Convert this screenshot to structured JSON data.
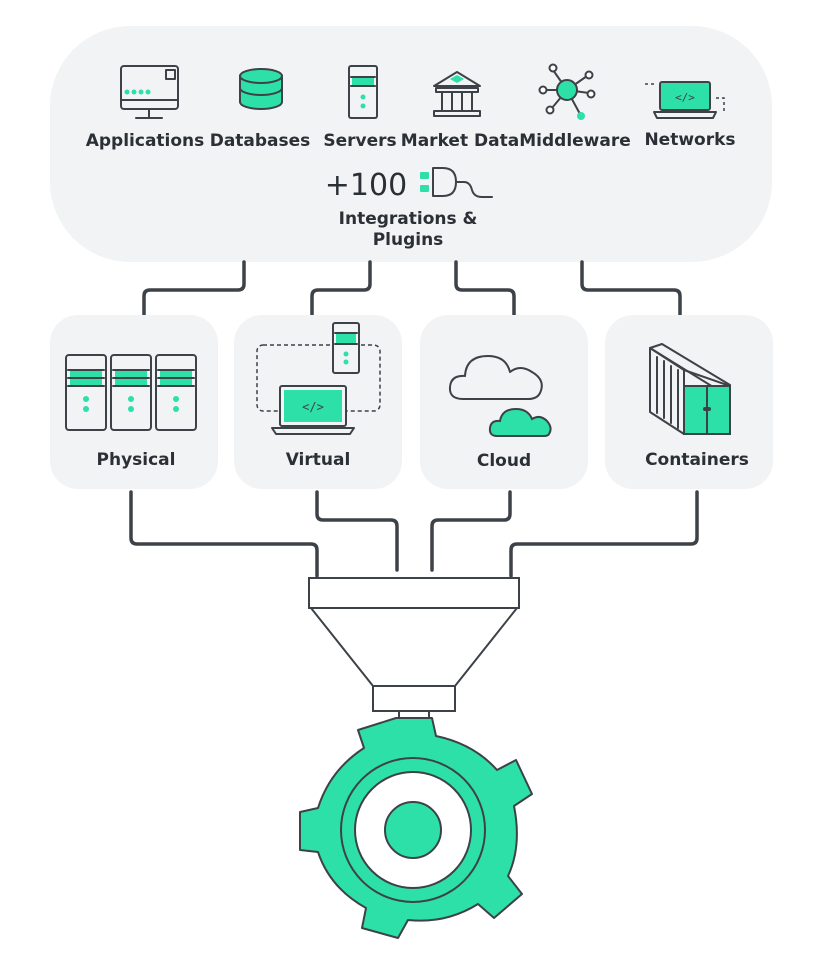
{
  "colors": {
    "accent": "#2de0a8",
    "panel": "#f2f3f4",
    "line": "#3d4248",
    "text": "#2b3036"
  },
  "sources": [
    {
      "label": "Applications",
      "icon": "monitor-icon"
    },
    {
      "label": "Databases",
      "icon": "database-icon"
    },
    {
      "label": "Servers",
      "icon": "server-icon"
    },
    {
      "label": "Market Data",
      "icon": "bank-icon"
    },
    {
      "label": "Middleware",
      "icon": "network-hub-icon"
    },
    {
      "label": "Networks",
      "icon": "laptop-network-icon"
    }
  ],
  "integrations": {
    "count": "+100",
    "label_line1": "Integrations &",
    "label_line2": "Plugins",
    "icon": "plug-icon"
  },
  "environments": [
    {
      "label": "Physical",
      "icon": "physical-servers-icon"
    },
    {
      "label": "Virtual",
      "icon": "virtual-machine-icon"
    },
    {
      "label": "Cloud",
      "icon": "cloud-icon"
    },
    {
      "label": "Containers",
      "icon": "container-icon"
    }
  ],
  "funnel": {
    "icon": "funnel-icon"
  },
  "engine": {
    "icon": "gear-icon"
  }
}
